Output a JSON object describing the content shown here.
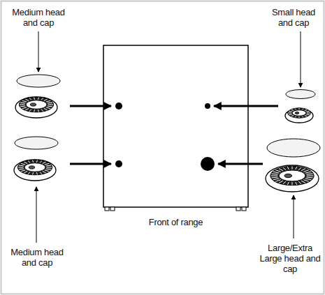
{
  "diagram": {
    "nodes": [
      {
        "text": [
          "Front of range"
        ]
      }
    ],
    "labels": [
      "Medium head and cap",
      "Small head and cap",
      "Medium head and cap",
      "Large/Extra Large head and cap"
    ]
  }
}
